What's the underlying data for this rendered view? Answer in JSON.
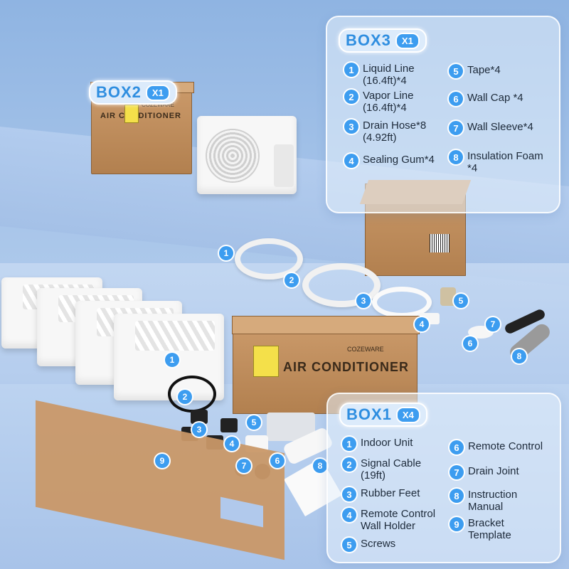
{
  "box3": {
    "name": "BOX3",
    "qty": "X1",
    "items": [
      {
        "num": "1",
        "label": "Liquid Line\n(16.4ft)*4"
      },
      {
        "num": "2",
        "label": "Vapor Line\n(16.4ft)*4"
      },
      {
        "num": "3",
        "label": "Drain Hose*8\n(4.92ft)"
      },
      {
        "num": "4",
        "label": "Sealing Gum*4"
      },
      {
        "num": "5",
        "label": "Tape*4"
      },
      {
        "num": "6",
        "label": "Wall Cap *4"
      },
      {
        "num": "7",
        "label": "Wall Sleeve*4"
      },
      {
        "num": "8",
        "label": "Insulation Foam\n*4"
      }
    ]
  },
  "box2": {
    "name": "BOX2",
    "qty": "X1",
    "carton_text": "AIR CONDITIONER",
    "brand": "COZEWARE"
  },
  "box1": {
    "name": "BOX1",
    "qty": "X4",
    "items": [
      {
        "num": "1",
        "label": "Indoor Unit"
      },
      {
        "num": "2",
        "label": "Signal Cable\n(19ft)"
      },
      {
        "num": "3",
        "label": "Rubber Feet"
      },
      {
        "num": "4",
        "label": "Remote Control\nWall Holder"
      },
      {
        "num": "5",
        "label": "Screws"
      },
      {
        "num": "6",
        "label": "Remote Control"
      },
      {
        "num": "7",
        "label": "Drain Joint"
      },
      {
        "num": "8",
        "label": "Instruction\nManual"
      },
      {
        "num": "9",
        "label": "Bracket\nTemplate"
      }
    ],
    "carton_text": "AIR CONDITIONER",
    "brand": "COZEWARE"
  },
  "markers": {
    "box3_parts": [
      "1",
      "2",
      "3",
      "4",
      "5",
      "6",
      "7",
      "8"
    ],
    "box1_parts": [
      "1",
      "2",
      "3",
      "4",
      "5",
      "6",
      "7",
      "8",
      "9"
    ]
  },
  "colors": {
    "accent": "#3d9df0",
    "carton": "#c08d5c",
    "background": "#a9c6ea"
  }
}
